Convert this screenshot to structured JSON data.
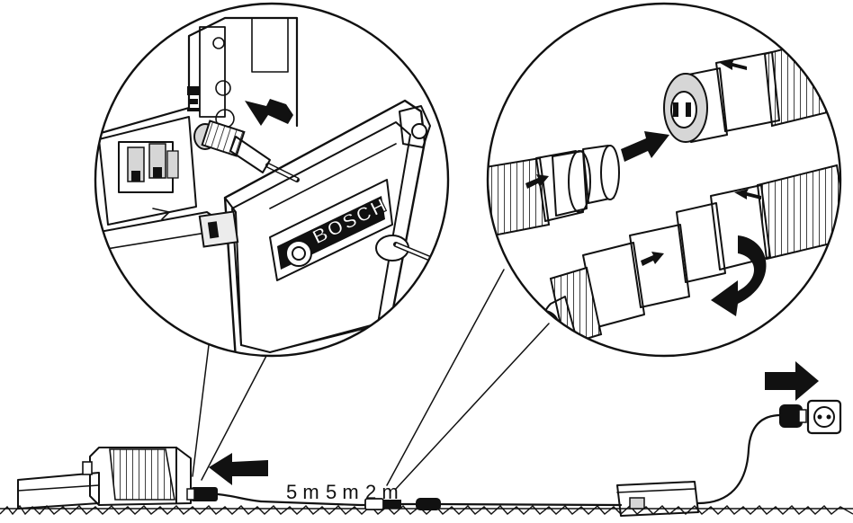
{
  "brand_label": "BOSCH",
  "cable_lengths": [
    "5 m",
    "5 m",
    "2 m"
  ],
  "colors": {
    "ink": "#111111",
    "paper": "#ffffff",
    "shade": "#d6d6d6"
  },
  "icons": [
    "arrow-right-icon",
    "arrow-left-icon",
    "rotate-arrow-icon",
    "plug-icon",
    "socket-icon"
  ]
}
